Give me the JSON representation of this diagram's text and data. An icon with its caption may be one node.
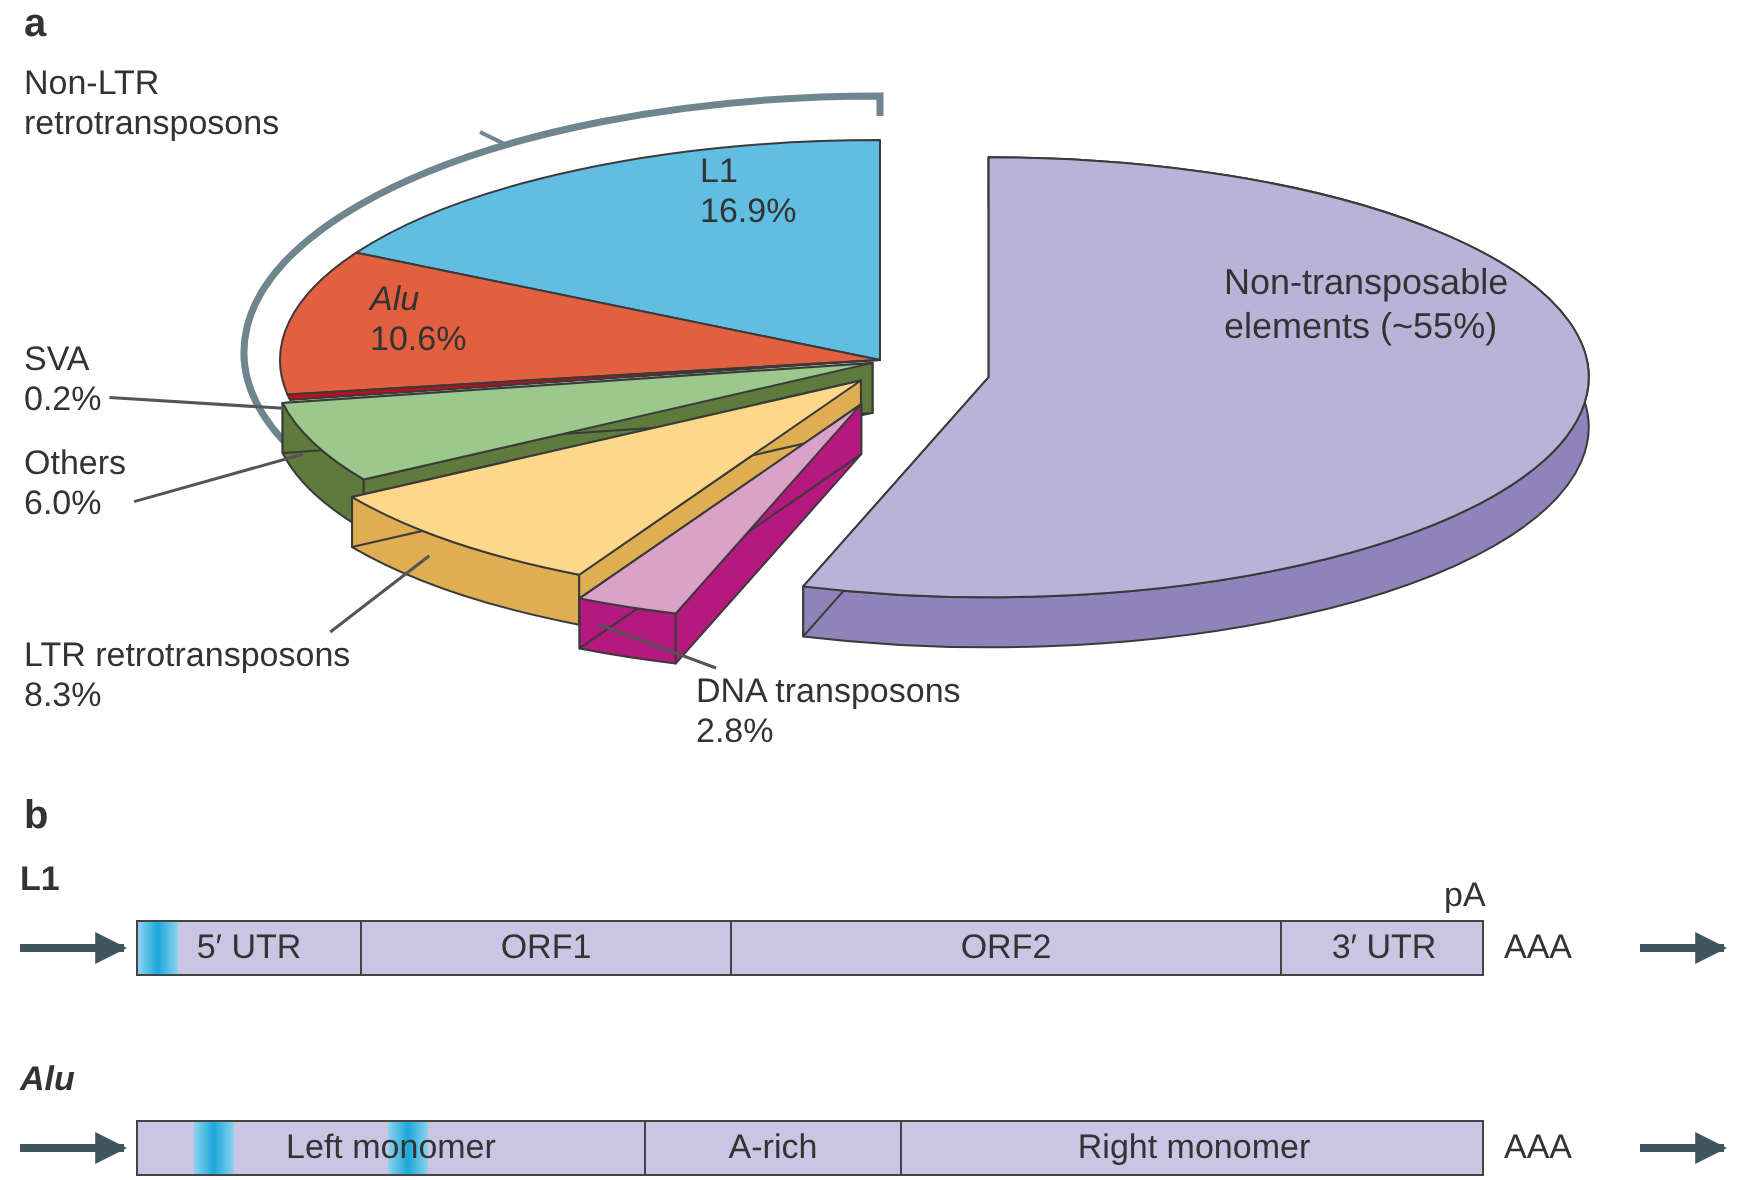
{
  "diagram": {
    "nodes": [
      {
        "text": [
          "L1",
          "16.9%"
        ]
      },
      {
        "text": [
          "Alu",
          "10.6%"
        ]
      },
      {
        "text": [],
        "shape": "wedge"
      },
      {
        "text": [],
        "shape": "wedge"
      },
      {
        "text": [],
        "shape": "wedge"
      },
      {
        "text": [],
        "shape": "wedge"
      },
      {
        "text": [
          "Non-transposable elements (~55%)"
        ]
      },
      {
        "text": [
          "SVA",
          "0.2%"
        ]
      },
      {
        "text": [
          "Others",
          "6.0%"
        ]
      },
      {
        "text": [
          "LTR retrotransposons",
          "8.3%"
        ]
      },
      {
        "text": [
          "DNA transposons",
          "2.8%"
        ]
      },
      {
        "text": [
          "L1"
        ]
      },
      {
        "text": [
          "5′ UTR"
        ],
        "in": 11
      },
      {
        "text": [
          "ORF1"
        ],
        "in": 11
      },
      {
        "text": [
          "ORF2"
        ],
        "in": 11
      },
      {
        "text": [
          "3′ UTR"
        ],
        "in": 11
      },
      {
        "text": [
          "Alu"
        ]
      },
      {
        "text": [
          "Left monomer"
        ],
        "in": 16
      },
      {
        "text": [
          "A-rich"
        ],
        "in": 16
      },
      {
        "text": [
          "Right monomer"
        ],
        "in": 16
      }
    ],
    "edges": [
      {
        "from": 7,
        "to": 2,
        "arrow": "none"
      },
      {
        "from": 8,
        "to": 3,
        "arrow": "none"
      },
      {
        "from": 9,
        "to": 4,
        "arrow": "none"
      },
      {
        "from": 10,
        "to": 5,
        "arrow": "none"
      }
    ],
    "labels": [
      "a",
      "Non-LTR retrotransposons",
      "b",
      "pA",
      "AAA",
      "AAA"
    ]
  }
}
